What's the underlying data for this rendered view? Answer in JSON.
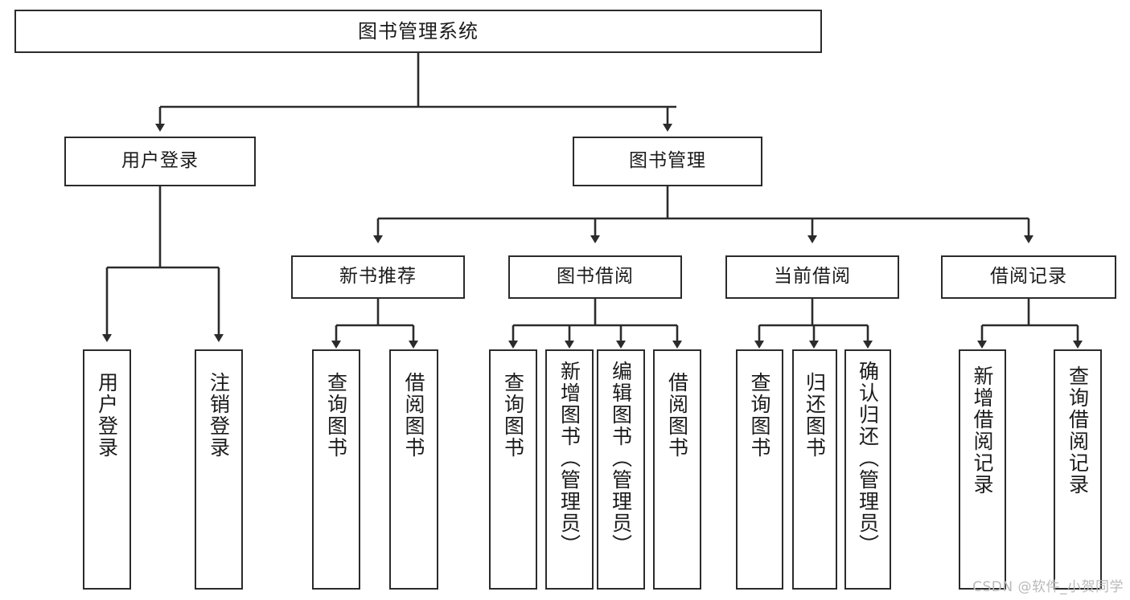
{
  "diagram": {
    "title": "图书管理系统",
    "type": "tree",
    "watermark": "CSDN @软件_小贺同学",
    "colors": {
      "stroke": "#2b2b2b",
      "fill": "#ffffff",
      "text": "#1b1b1b",
      "watermark": "#b9b9b9"
    },
    "root": {
      "id": "root",
      "label": "图书管理系统"
    },
    "level1": [
      {
        "id": "user-login",
        "label": "用户登录"
      },
      {
        "id": "book-manage",
        "label": "图书管理"
      }
    ],
    "level2": [
      {
        "id": "new-book-recommend",
        "label": "新书推荐",
        "parent": "book-manage"
      },
      {
        "id": "book-borrow",
        "label": "图书借阅",
        "parent": "book-manage"
      },
      {
        "id": "current-borrow",
        "label": "当前借阅",
        "parent": "book-manage"
      },
      {
        "id": "borrow-record",
        "label": "借阅记录",
        "parent": "book-manage"
      }
    ],
    "leaves": [
      {
        "id": "leaf-user-login",
        "label": "用户登录",
        "parent": "user-login"
      },
      {
        "id": "leaf-user-logout",
        "label": "注销登录",
        "parent": "user-login"
      },
      {
        "id": "leaf-query-book-1",
        "label": "查询图书",
        "parent": "new-book-recommend"
      },
      {
        "id": "leaf-borrow-book-1",
        "label": "借阅图书",
        "parent": "new-book-recommend"
      },
      {
        "id": "leaf-query-book-2",
        "label": "查询图书",
        "parent": "book-borrow"
      },
      {
        "id": "leaf-add-book",
        "label": "新增图书（管理员）",
        "parent": "book-borrow"
      },
      {
        "id": "leaf-edit-book",
        "label": "编辑图书（管理员）",
        "parent": "book-borrow"
      },
      {
        "id": "leaf-borrow-book-2",
        "label": "借阅图书",
        "parent": "book-borrow"
      },
      {
        "id": "leaf-query-book-3",
        "label": "查询图书",
        "parent": "current-borrow"
      },
      {
        "id": "leaf-return-book",
        "label": "归还图书",
        "parent": "current-borrow"
      },
      {
        "id": "leaf-confirm-return",
        "label": "确认归还（管理员）",
        "parent": "current-borrow"
      },
      {
        "id": "leaf-add-record",
        "label": "新增借阅记录",
        "parent": "borrow-record"
      },
      {
        "id": "leaf-query-record",
        "label": "查询借阅记录",
        "parent": "borrow-record"
      }
    ]
  }
}
